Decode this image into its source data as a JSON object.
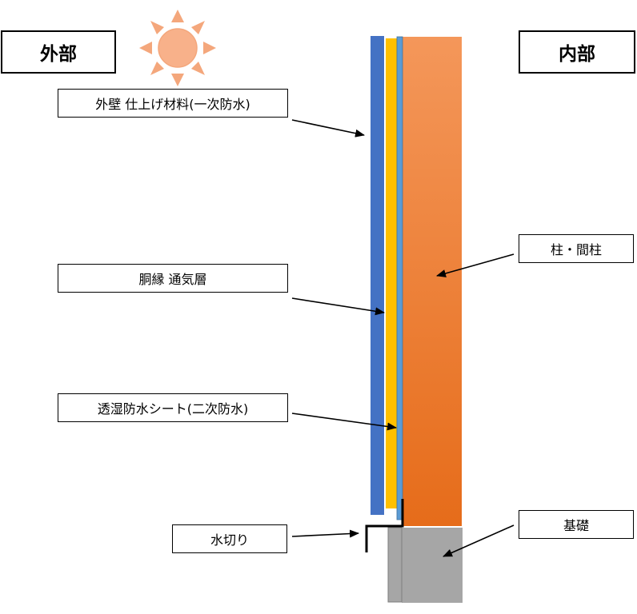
{
  "sides": {
    "exterior": "外部",
    "interior": "内部"
  },
  "labels": {
    "exterior_finish": "外壁 仕上げ材料(一次防水)",
    "furring_air_layer": "胴縁 通気層",
    "breathable_sheet": "透湿防水シート(二次防水)",
    "drip_edge": "水切り",
    "column": "柱・間柱",
    "foundation": "基礎"
  },
  "icons": {
    "sun": "sun-icon"
  },
  "colors": {
    "exterior_finish": "#4472c4",
    "furring": "#ffc000",
    "sheet": "#5b9bd5",
    "column_top": "#f4975a",
    "column_bottom": "#e66c1a",
    "foundation": "#a6a6a6",
    "foundation_edge": "#8c8c8c",
    "sun_fill": "#f8b18a",
    "sun_ray": "#f4a77c"
  }
}
